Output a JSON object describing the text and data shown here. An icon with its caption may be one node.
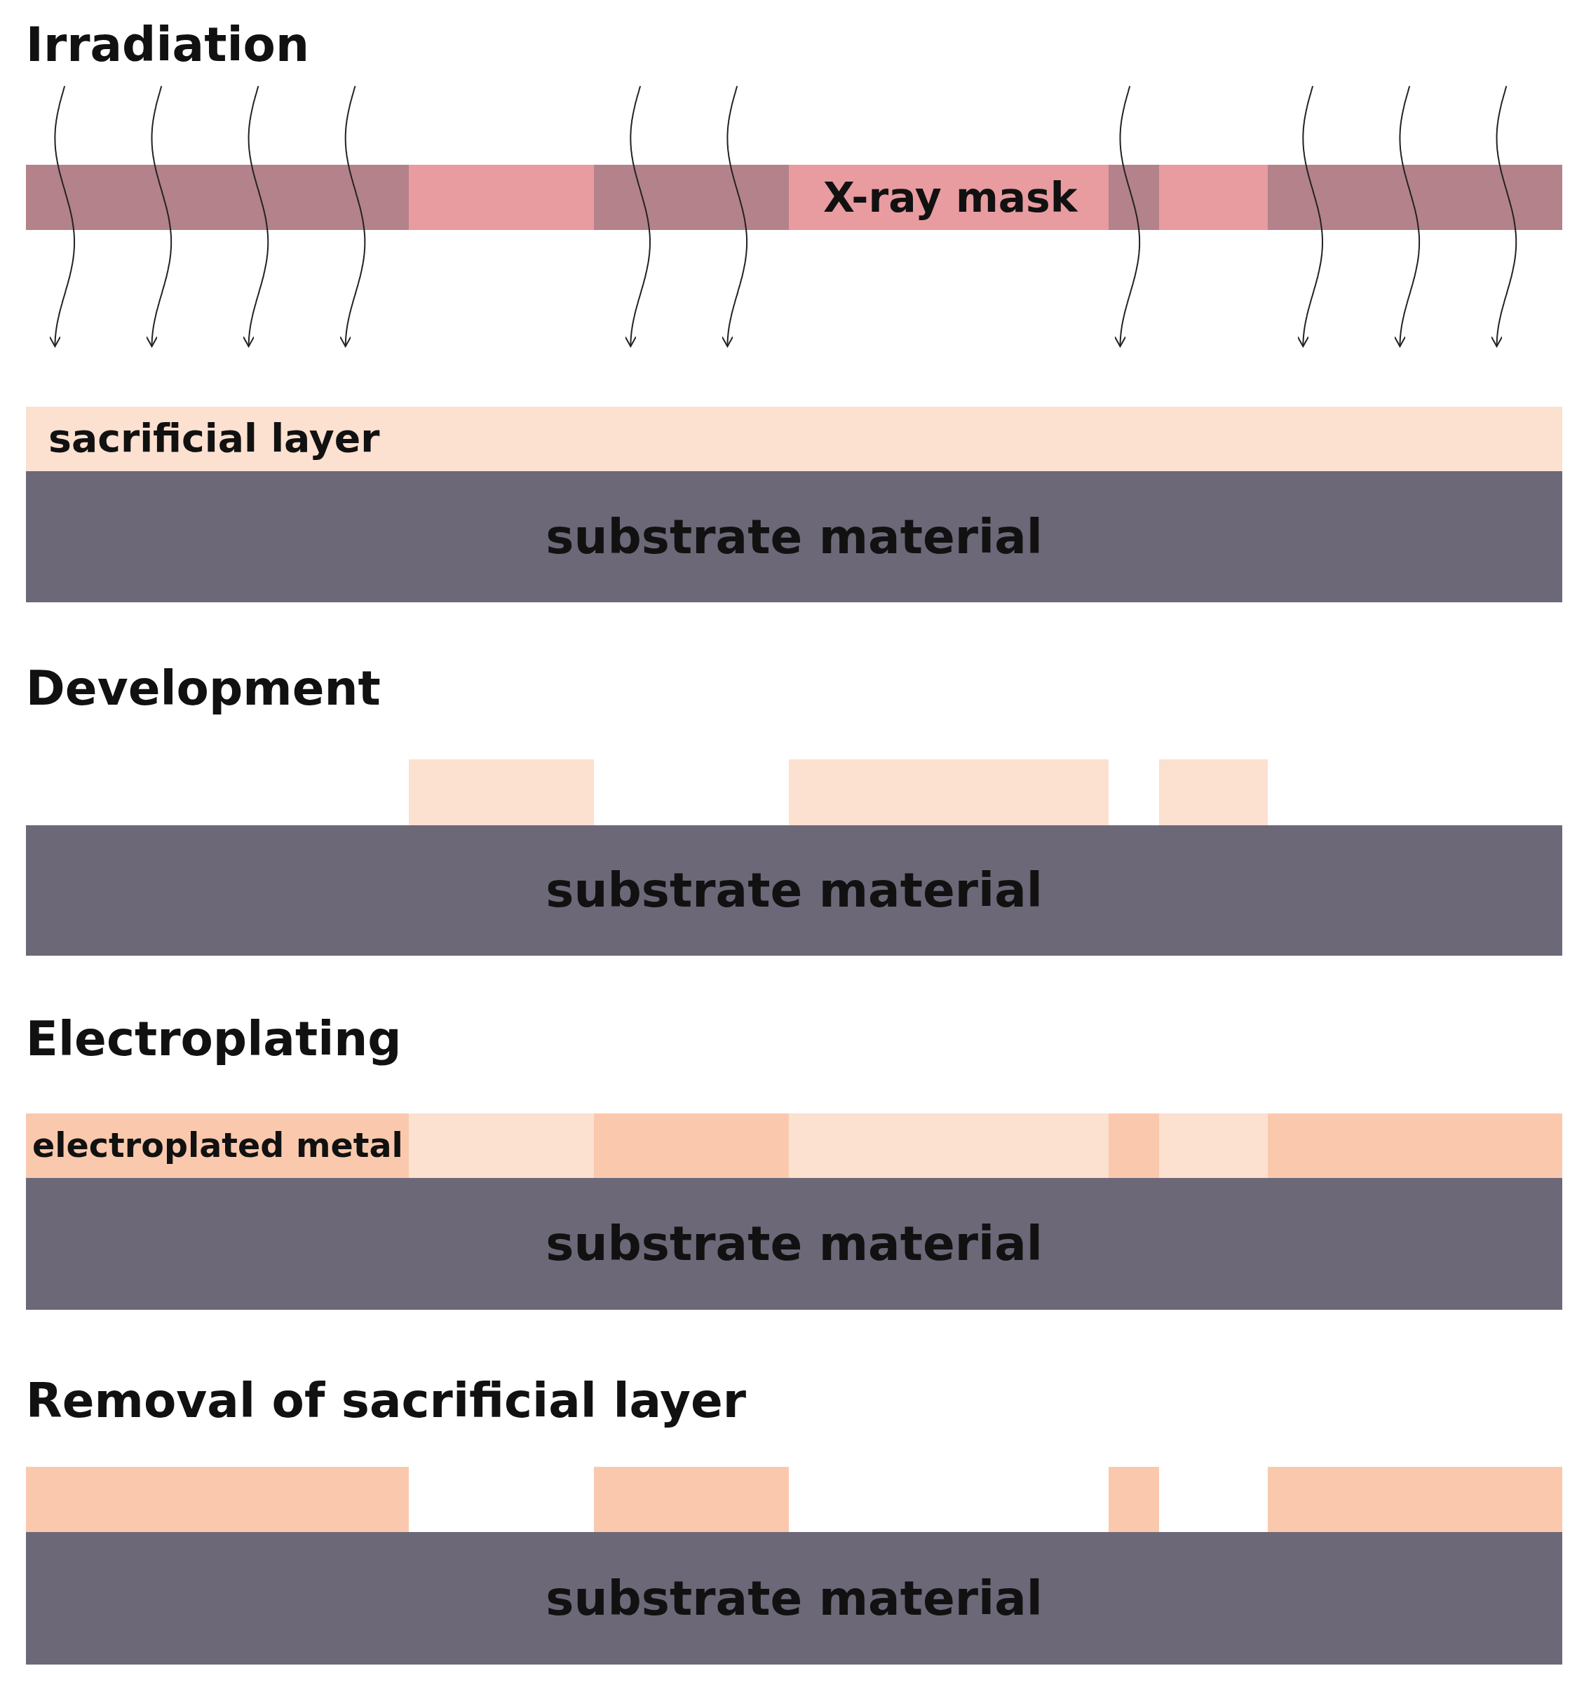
{
  "diagram": {
    "nodes": [
      {
        "text": [
          "X-ray mask"
        ]
      },
      {
        "text": [],
        "shape": "bar",
        "in": 0
      },
      {
        "text": [],
        "shape": "bar",
        "in": 0
      },
      {
        "text": [],
        "shape": "bar",
        "in": 0
      },
      {
        "text": [],
        "shape": "bar",
        "in": 0
      },
      {
        "text": [
          "sacrificial layer"
        ]
      },
      {
        "text": [
          "substrate material"
        ]
      },
      {
        "text": [],
        "shape": "bar"
      },
      {
        "text": [],
        "shape": "bar"
      },
      {
        "text": [],
        "shape": "bar"
      },
      {
        "text": [
          "substrate material"
        ]
      },
      {
        "text": [
          "electroplated metal"
        ]
      },
      {
        "text": [],
        "shape": "bar",
        "in": 11
      },
      {
        "text": [],
        "shape": "bar",
        "in": 11
      },
      {
        "text": [],
        "shape": "bar",
        "in": 11
      },
      {
        "text": [
          "substrate material"
        ]
      },
      {
        "text": [],
        "shape": "bar"
      },
      {
        "text": [],
        "shape": "bar"
      },
      {
        "text": [],
        "shape": "bar"
      },
      {
        "text": [],
        "shape": "bar"
      },
      {
        "text": [
          "substrate material"
        ]
      }
    ],
    "edges": [],
    "labels": [
      "Irradiation",
      "Development",
      "Electroplating",
      "Removal of sacrificial layer"
    ]
  }
}
